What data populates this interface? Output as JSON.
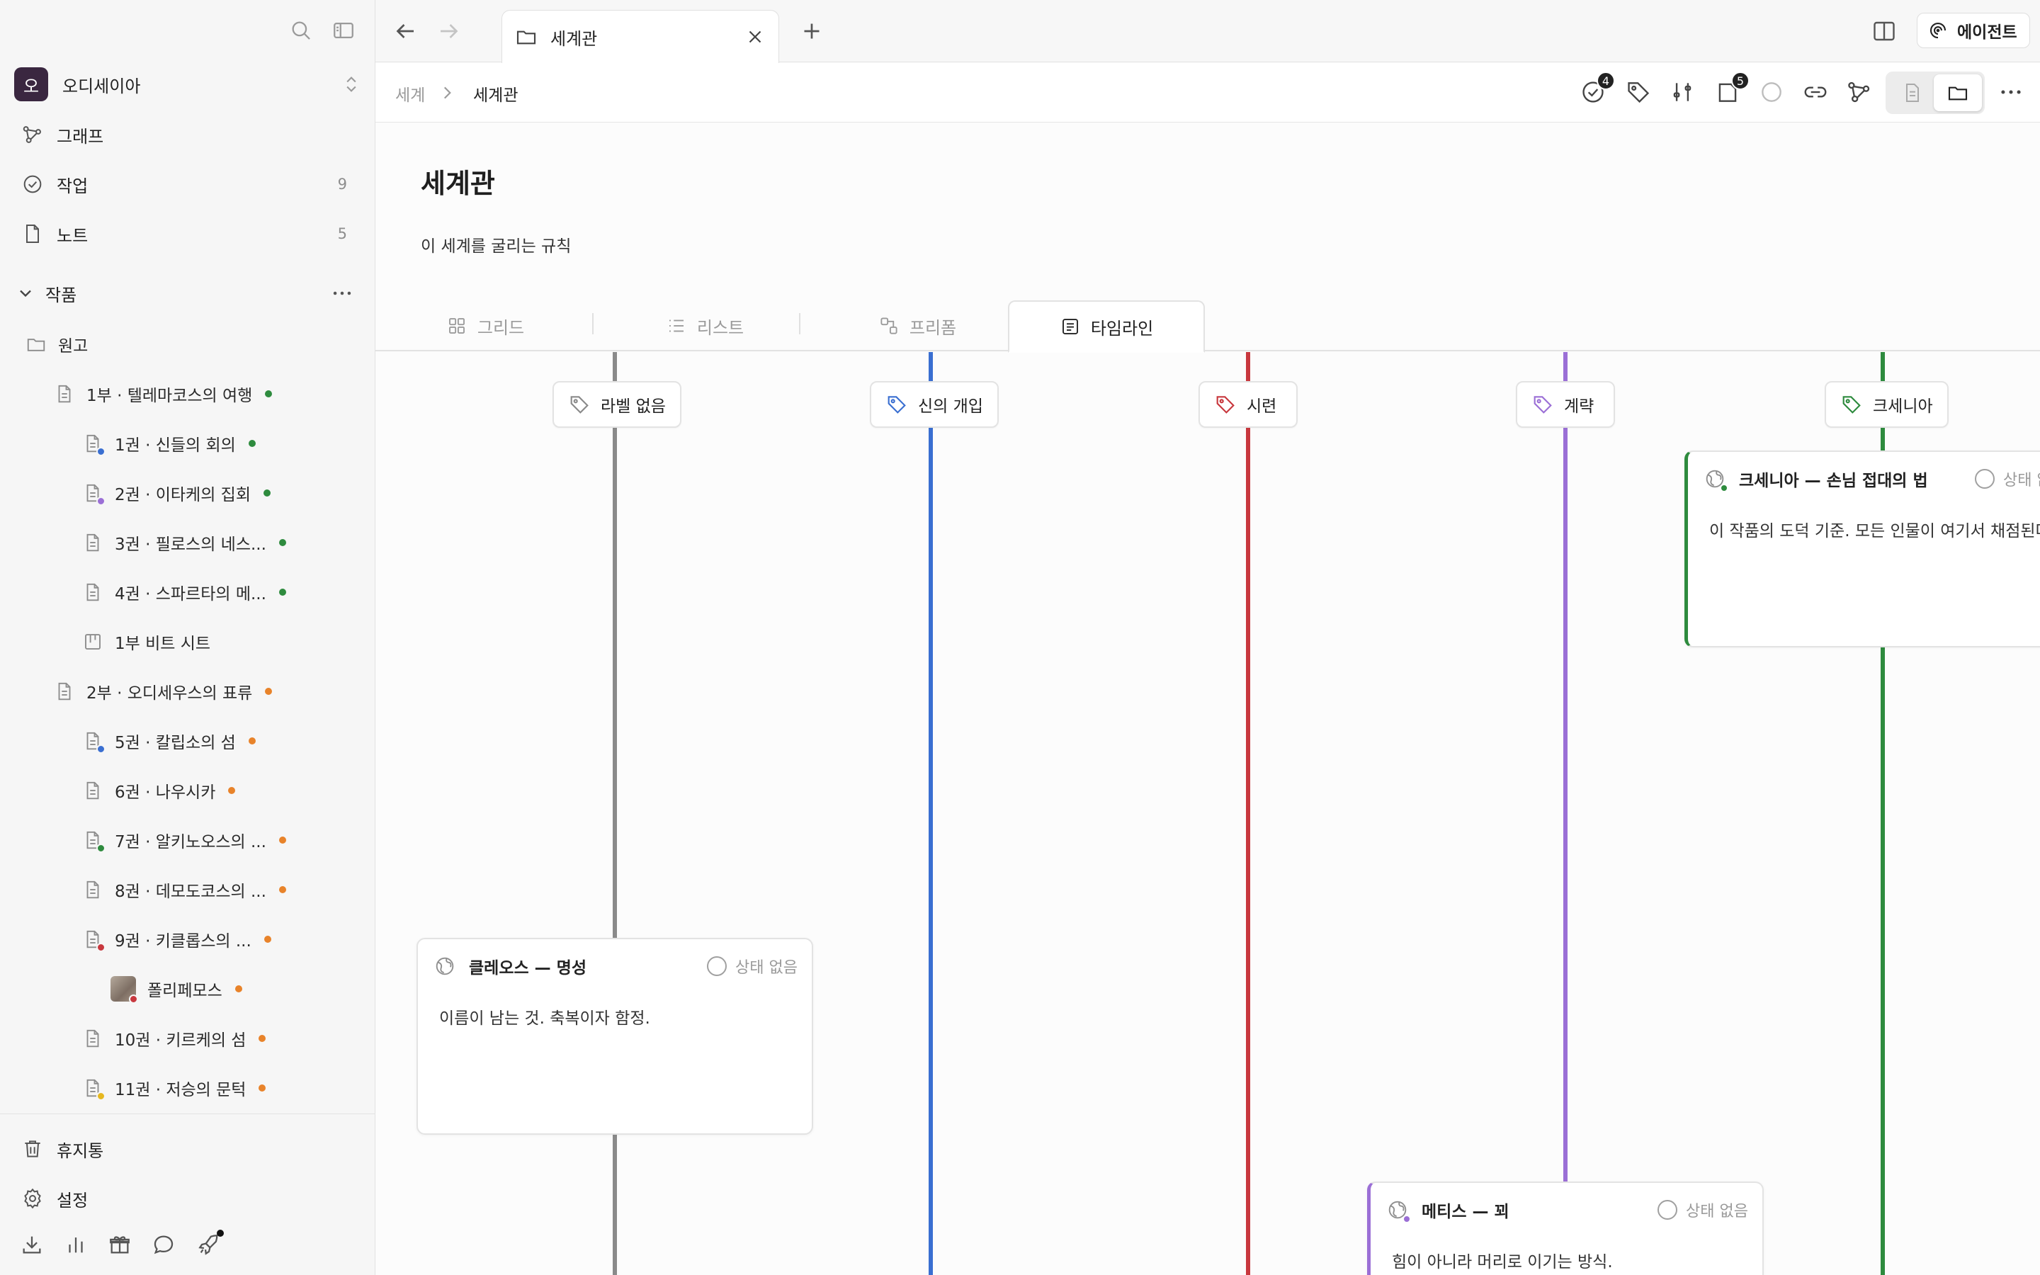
{
  "workspace": {
    "avatar": "오",
    "name": "오디세이아"
  },
  "sidebar": {
    "nav": [
      {
        "label": "그래프",
        "icon": "graph-icon",
        "count": ""
      },
      {
        "label": "작업",
        "icon": "task-check-icon",
        "count": "9"
      },
      {
        "label": "노트",
        "icon": "note-icon",
        "count": "5"
      }
    ],
    "section": {
      "label": "작품"
    },
    "tree": [
      {
        "label": "원고",
        "icon": "folder-icon",
        "dot": "",
        "sub": ""
      },
      {
        "label": "1부 · 텔레마코스의 여행",
        "icon": "doc-icon",
        "dot": "#2e8b3e",
        "sub": ""
      },
      {
        "label": "1권 · 신들의 회의",
        "icon": "doc-icon",
        "dot": "#2e8b3e",
        "sub": "#3a6fd1"
      },
      {
        "label": "2권 · 이타케의 집회",
        "icon": "doc-icon",
        "dot": "#2e8b3e",
        "sub": "#9b6fd6"
      },
      {
        "label": "3권 · 필로스의 네스...",
        "icon": "doc-icon",
        "dot": "#2e8b3e",
        "sub": ""
      },
      {
        "label": "4권 · 스파르타의 메...",
        "icon": "doc-icon",
        "dot": "#2e8b3e",
        "sub": ""
      },
      {
        "label": "1부 비트 시트",
        "icon": "board-icon",
        "dot": "",
        "sub": ""
      },
      {
        "label": "2부 · 오디세우스의 표류",
        "icon": "doc-icon",
        "dot": "#e8832a",
        "sub": ""
      },
      {
        "label": "5권 · 칼립소의 섬",
        "icon": "doc-icon",
        "dot": "#e8832a",
        "sub": "#3a6fd1"
      },
      {
        "label": "6권 · 나우시카",
        "icon": "doc-icon",
        "dot": "#e8832a",
        "sub": ""
      },
      {
        "label": "7권 · 알키노오스의 ...",
        "icon": "doc-icon",
        "dot": "#e8832a",
        "sub": "#2e8b3e"
      },
      {
        "label": "8권 · 데모도코스의 ...",
        "icon": "doc-icon",
        "dot": "#e8832a",
        "sub": ""
      },
      {
        "label": "9권 · 키클롭스의 ...",
        "icon": "doc-icon",
        "dot": "#e8832a",
        "sub": "#c8383e"
      },
      {
        "label": "폴리페모스",
        "icon": "character-thumbnail",
        "dot": "#e8832a",
        "sub": "#c8383e"
      },
      {
        "label": "10권 · 키르케의 섬",
        "icon": "doc-icon",
        "dot": "#e8832a",
        "sub": ""
      },
      {
        "label": "11권 · 저승의 문턱",
        "icon": "doc-icon",
        "dot": "#e8832a",
        "sub": "#e6b820"
      }
    ],
    "footer": [
      {
        "label": "휴지통",
        "icon": "trash-icon"
      },
      {
        "label": "설정",
        "icon": "gear-icon"
      }
    ],
    "bottom_icons": [
      "download-icon",
      "chart-icon",
      "gift-icon",
      "chat-icon",
      "rocket-icon"
    ]
  },
  "tabs": {
    "active_title": "세계관",
    "agent_label": "에이전트"
  },
  "breadcrumb": {
    "parent": "세계",
    "current": "세계관"
  },
  "toolbar": {
    "tasks_badge": "4",
    "notes_badge": "5"
  },
  "page": {
    "title": "세계관",
    "description": "이 세계를 굴리는 규칙"
  },
  "views": {
    "grid": "그리드",
    "list": "리스트",
    "frame": "프리폼",
    "timeline": "타임라인",
    "active": "timeline"
  },
  "lanes": [
    {
      "label": "라벨 없음",
      "color": "#8a8a8a",
      "icon_color": "#8a8a8a"
    },
    {
      "label": "신의 개입",
      "color": "#3a6fd1",
      "icon_color": "#3a6fd1"
    },
    {
      "label": "시련",
      "color": "#c8383e",
      "icon_color": "#c8383e"
    },
    {
      "label": "계략",
      "color": "#9b6fd6",
      "icon_color": "#9b6fd6"
    },
    {
      "label": "크세니아",
      "color": "#2e8b3e",
      "icon_color": "#2e8b3e"
    }
  ],
  "cards": [
    {
      "title": "클레오스 — 명성",
      "status": "상태 없음",
      "body": "이름이 남는 것. 축복이자 함정.",
      "accent": "",
      "sub": ""
    },
    {
      "title": "크세니아 — 손님 접대의 법",
      "status": "상태 없음",
      "body": "이 작품의 도덕 기준. 모든 인물이 여기서 채점된다.",
      "accent": "#2e8b3e",
      "sub": "#2e8b3e"
    },
    {
      "title": "메티스 — 꾀",
      "status": "상태 없음",
      "body": "힘이 아니라 머리로 이기는 방식.",
      "accent": "#9b6fd6",
      "sub": "#9b6fd6"
    }
  ]
}
